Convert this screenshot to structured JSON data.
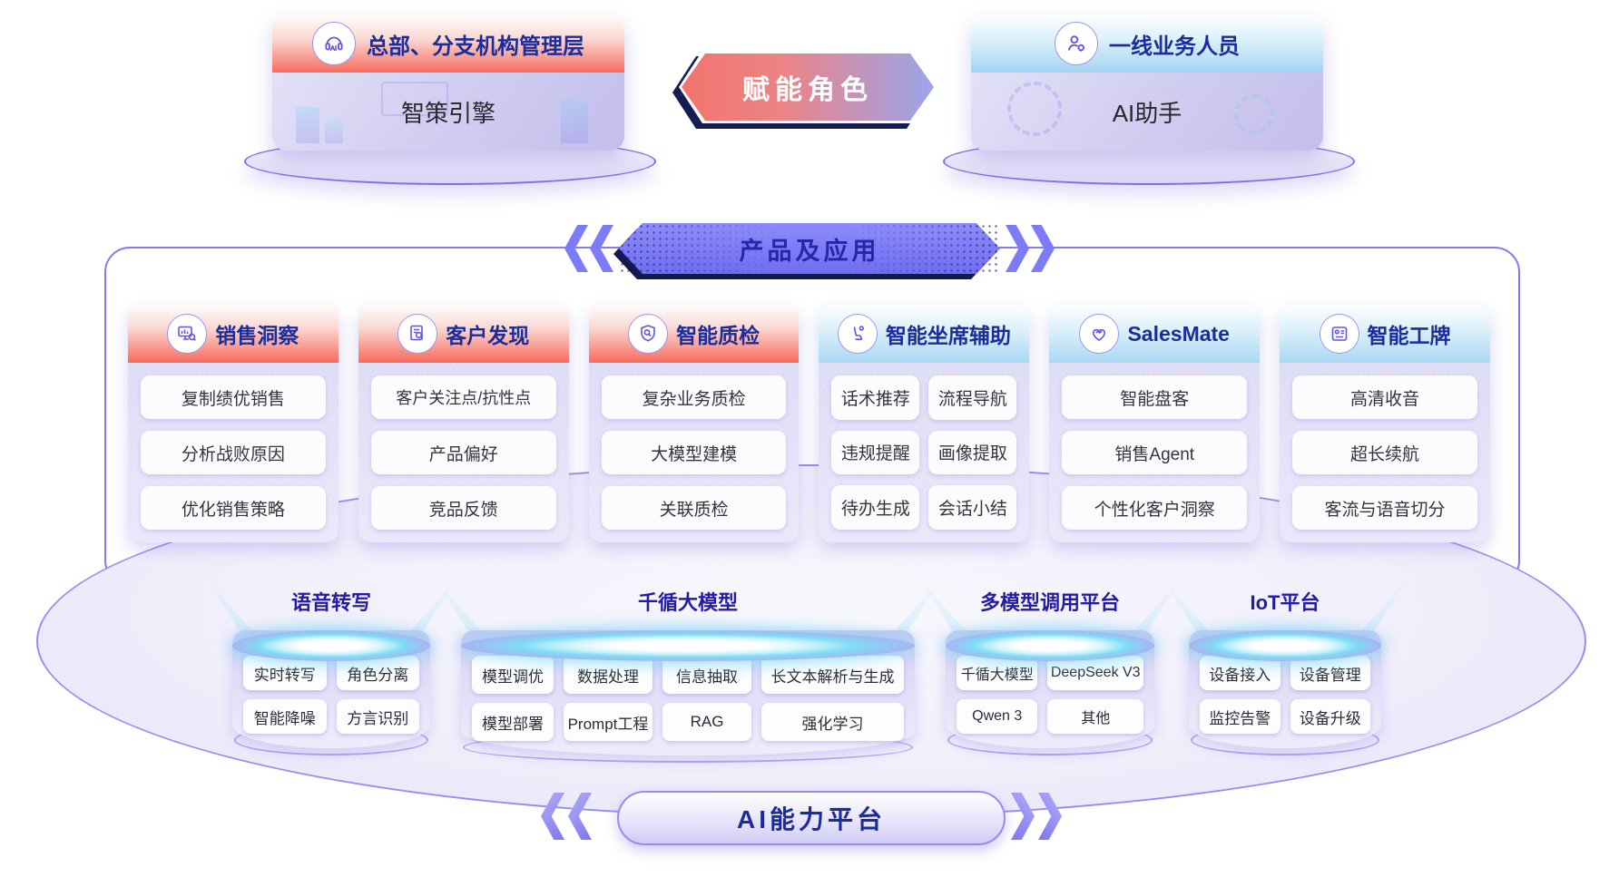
{
  "colors": {
    "accent_red": "#f8695d",
    "accent_blue": "#a9d8f3",
    "periwinkle": "#7b7af8",
    "navy_text": "#1b2d9b",
    "platform_title": "#241ca5",
    "glow_cyan": "#7edcf6",
    "border_purple": "#7a6ff0",
    "banner_gradient_left": "#f2756d",
    "banner_gradient_right": "#9aa5ec"
  },
  "roles": {
    "banner_label": "赋能角色",
    "left": {
      "title": "总部、分支机构管理层",
      "body": "智策引擎"
    },
    "right": {
      "title": "一线业务人员",
      "body": "AI助手"
    }
  },
  "products": {
    "banner_label": "产品及应用",
    "cards": [
      {
        "title": "销售洞察",
        "icon": "monitor-chart-icon",
        "items": [
          "复制绩优销售",
          "分析战败原因",
          "优化销售策略"
        ]
      },
      {
        "title": "客户发现",
        "icon": "doc-search-icon",
        "items": [
          "客户关注点/抗性点",
          "产品偏好",
          "竞品反馈"
        ]
      },
      {
        "title": "智能质检",
        "icon": "shield-search-icon",
        "items": [
          "复杂业务质检",
          "大模型建模",
          "关联质检"
        ]
      },
      {
        "title": "智能坐席辅助",
        "icon": "agent-seat-icon",
        "items": [
          "话术推荐",
          "流程导航",
          "违规提醒",
          "画像提取",
          "待办生成",
          "会话小结"
        ]
      },
      {
        "title": "SalesMate",
        "icon": "handshake-icon",
        "items": [
          "智能盘客",
          "销售Agent",
          "个性化客户洞察"
        ]
      },
      {
        "title": "智能工牌",
        "icon": "id-badge-icon",
        "items": [
          "高清收音",
          "超长续航",
          "客流与语音切分"
        ]
      }
    ]
  },
  "platform": {
    "banner_label": "AI能力平台",
    "groups": [
      {
        "title": "语音转写",
        "items": [
          "实时转写",
          "角色分离",
          "智能降噪",
          "方言识别"
        ]
      },
      {
        "title": "千循大模型",
        "items": [
          "模型调优",
          "数据处理",
          "信息抽取",
          "长文本解析与生成",
          "模型部署",
          "Prompt工程",
          "RAG",
          "强化学习"
        ]
      },
      {
        "title": "多模型调用平台",
        "items": [
          "千循大模型",
          "DeepSeek V3",
          "Qwen 3",
          "其他"
        ]
      },
      {
        "title": "IoT平台",
        "items": [
          "设备接入",
          "设备管理",
          "监控告警",
          "设备升级"
        ]
      }
    ]
  }
}
